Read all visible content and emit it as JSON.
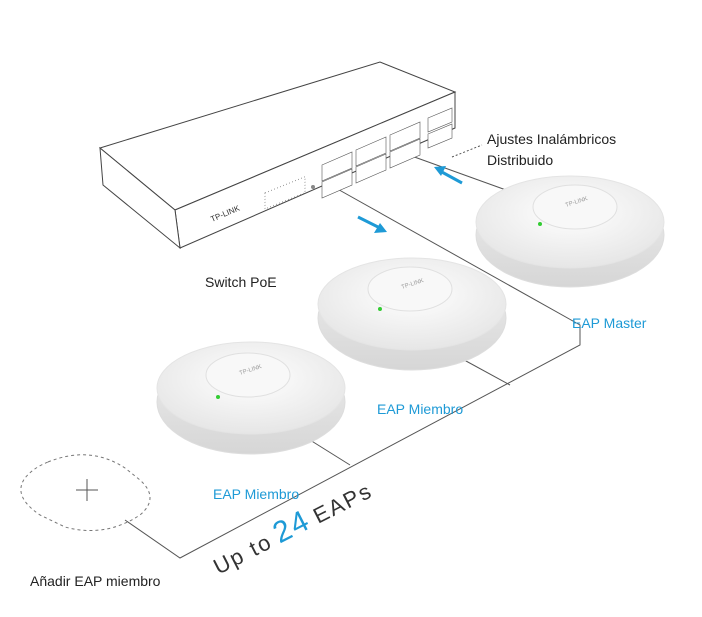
{
  "labels": {
    "distributed_settings_line1": "Ajustes Inalámbricos",
    "distributed_settings_line2": "Distribuido",
    "poe_switch": "Switch PoE",
    "eap_master": "EAP Master",
    "eap_member_1": "EAP Miembro",
    "eap_member_2": "EAP Miembro",
    "add_member": "Añadir EAP miembro"
  },
  "switch": {
    "brand": "TP-LINK"
  },
  "eap": {
    "brand": "TP-LINK"
  },
  "capacity": {
    "prefix": "Up to",
    "number": "24",
    "suffix": "EAPs"
  },
  "colors": {
    "accent": "#1e9ad6",
    "line": "#555555",
    "device": "#f4f4f4",
    "led": "#33cc33"
  }
}
